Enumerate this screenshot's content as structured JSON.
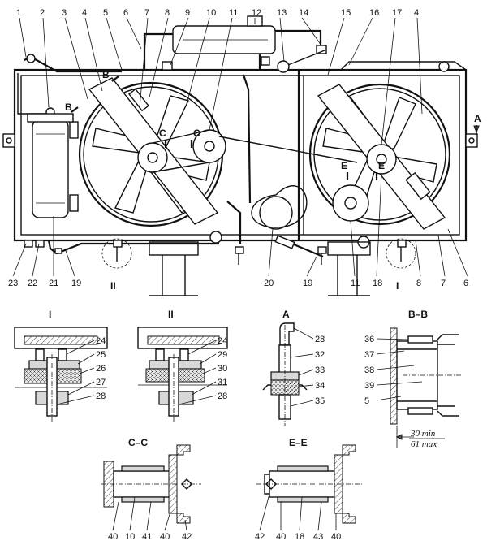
{
  "top_callouts": [
    "1",
    "2",
    "3",
    "4",
    "5",
    "6",
    "7",
    "8",
    "9",
    "10",
    "11",
    "12",
    "13",
    "14",
    "15",
    "16",
    "17",
    "4"
  ],
  "bottom_callouts": [
    "23",
    "22",
    "21",
    "19",
    "II",
    "20",
    "19",
    "11",
    "18",
    "I",
    "8",
    "7",
    "6"
  ],
  "main_view": {
    "section_marks": {
      "b_left": "B",
      "b_right": "B",
      "c_left": "C",
      "c_right": "C",
      "e_left": "E",
      "e_right": "E",
      "arrow_a": "A"
    }
  },
  "detail_I": {
    "title": "I",
    "callouts": [
      "24",
      "25",
      "26",
      "27",
      "28"
    ]
  },
  "detail_II": {
    "title": "II",
    "callouts": [
      "24",
      "29",
      "30",
      "31",
      "28"
    ]
  },
  "detail_A": {
    "title": "A",
    "callouts": [
      "28",
      "32",
      "33",
      "34",
      "35"
    ]
  },
  "detail_BB": {
    "title": "B–B",
    "callouts": [
      "36",
      "37",
      "38",
      "39",
      "5"
    ],
    "dim_min": "30 min",
    "dim_max": "61 max"
  },
  "detail_CC": {
    "title": "C–C",
    "callouts": [
      "40",
      "10",
      "41",
      "40",
      "42"
    ]
  },
  "detail_EE": {
    "title": "E–E",
    "callouts": [
      "42",
      "40",
      "18",
      "43",
      "40"
    ]
  }
}
